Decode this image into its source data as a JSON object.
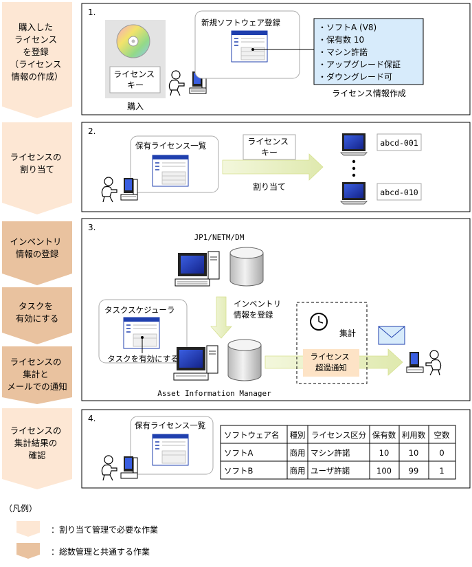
{
  "colors": {
    "light_step": "#fde7d4",
    "dark_step": "#e9c29f",
    "info_box": "#d7ebfb",
    "arrow": "#e4edb8",
    "alert_box": "#fde3c6",
    "screen": "#1f3fae"
  },
  "steps": [
    {
      "lines": [
        "購入した",
        "ライセンス",
        "を登録",
        "（ライセンス",
        "情報の作成）"
      ],
      "kind": "light"
    },
    {
      "lines": [
        "ライセンスの",
        "割り当て"
      ],
      "kind": "light"
    },
    {
      "lines": [
        "インベントリ",
        "情報の登録"
      ],
      "kind": "dark"
    },
    {
      "lines": [
        "タスクを",
        "有効にする"
      ],
      "kind": "dark"
    },
    {
      "lines": [
        "ライセンスの",
        "集計と",
        "メールでの通知"
      ],
      "kind": "dark"
    },
    {
      "lines": [
        "ライセンスの",
        "集計結果の",
        "確認"
      ],
      "kind": "light"
    }
  ],
  "panel1": {
    "number": "1.",
    "license_key_lines": [
      "ライセンス",
      "キー"
    ],
    "purchase_label": "購入",
    "register_title": "新規ソフトウェア登録",
    "info_items": [
      "・ソフトA (V8)",
      "・保有数 10",
      "・マシン許諾",
      "・アップグレード保証",
      "・ダウングレード可"
    ],
    "info_caption": "ライセンス情報作成"
  },
  "panel2": {
    "number": "2.",
    "list_title": "保有ライセンス一覧",
    "key_lines": [
      "ライセンス",
      "キー"
    ],
    "assign_label": "割り当て",
    "pc_first": "abcd-001",
    "pc_last": "abcd-010"
  },
  "panel3": {
    "number": "3.",
    "server_label": "JP1/NETM/DM",
    "inventory_lines": [
      "インベントリ",
      "情報を登録"
    ],
    "scheduler_title": "タスクスケジューラ",
    "enable_task_label": "タスクを有効にする",
    "aim_label": "Asset Information Manager",
    "aggregate_label": "集計",
    "alert_lines": [
      "ライセンス",
      "超過通知"
    ]
  },
  "panel4": {
    "number": "4.",
    "list_title": "保有ライセンス一覧",
    "table_headers": [
      "ソフトウェア名",
      "種別",
      "ライセンス区分",
      "保有数",
      "利用数",
      "空数"
    ],
    "table_rows": [
      [
        "ソフトA",
        "商用",
        "マシン許諾",
        "10",
        "10",
        "0"
      ],
      [
        "ソフトB",
        "商用",
        "ユーザ許諾",
        "100",
        "99",
        "1"
      ]
    ]
  },
  "legend": {
    "title": "（凡例）",
    "light_label": "：割り当て管理で必要な作業",
    "dark_label": "：総数管理と共通する作業"
  }
}
